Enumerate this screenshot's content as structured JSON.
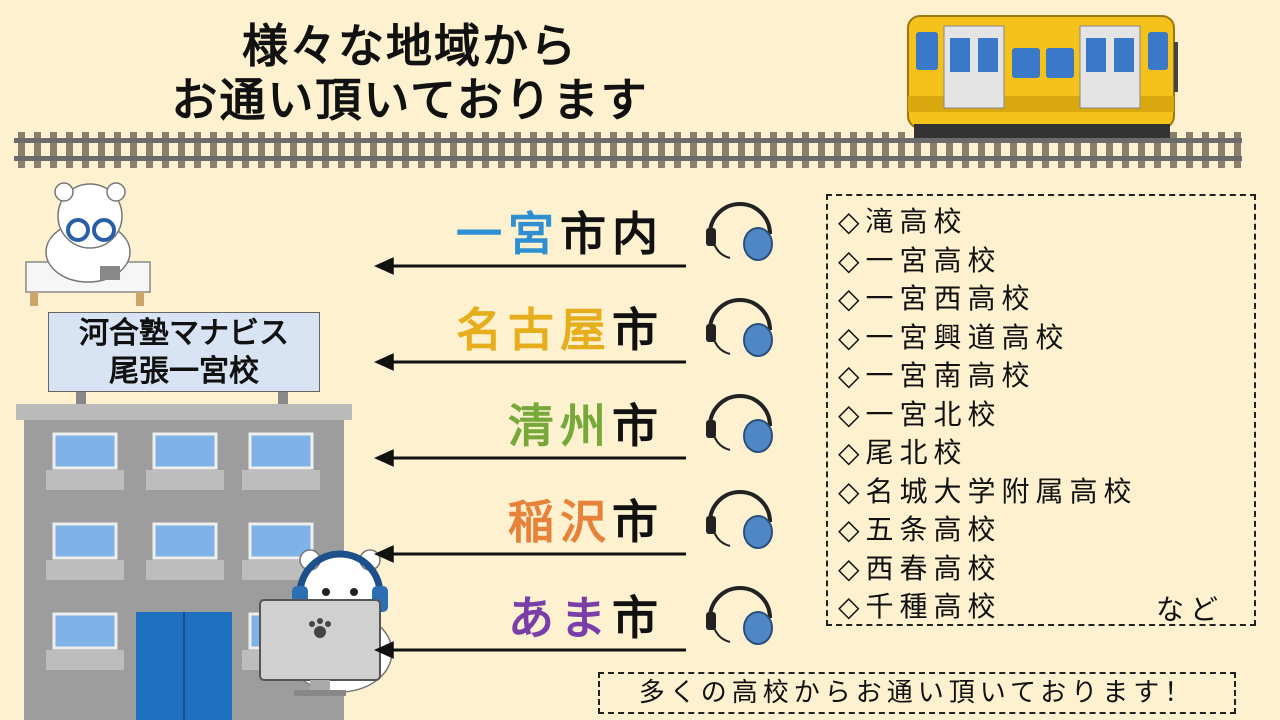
{
  "title": {
    "line1": "様々な地域から",
    "line2": "お通い頂いております"
  },
  "school_sign": {
    "line1": "河合塾マナビス",
    "line2": "尾張一宮校"
  },
  "cities": [
    {
      "prefix": "一宮",
      "suffix": "市内",
      "prefix_color": "#2e8fd2"
    },
    {
      "prefix": "名古屋",
      "suffix": "市",
      "prefix_color": "#e6ae1c"
    },
    {
      "prefix": "清州",
      "suffix": "市",
      "prefix_color": "#76a93a"
    },
    {
      "prefix": "稲沢",
      "suffix": "市",
      "prefix_color": "#e7823a"
    },
    {
      "prefix": "あま",
      "suffix": "市",
      "prefix_color": "#7a3ea8"
    }
  ],
  "schools": [
    "◇滝高校",
    "◇一宮高校",
    "◇一宮西高校",
    "◇一宮興道高校",
    "◇一宮南高校",
    "◇一宮北校",
    "◇尾北校",
    "◇名城大学附属高校",
    "◇五条高校",
    "◇西春高校",
    "◇千種高校"
  ],
  "schools_etc": "など",
  "banner": "多くの高校からお通い頂いております！",
  "colors": {
    "background": "#fdf1cf",
    "train_body": "#f4c21b",
    "headset": "#4f86c6"
  },
  "icons": [
    "train-icon",
    "rail-track-icon",
    "headset-icon",
    "polar-bear-student-icon",
    "building-icon",
    "polar-bear-operator-icon",
    "monitor-icon"
  ]
}
